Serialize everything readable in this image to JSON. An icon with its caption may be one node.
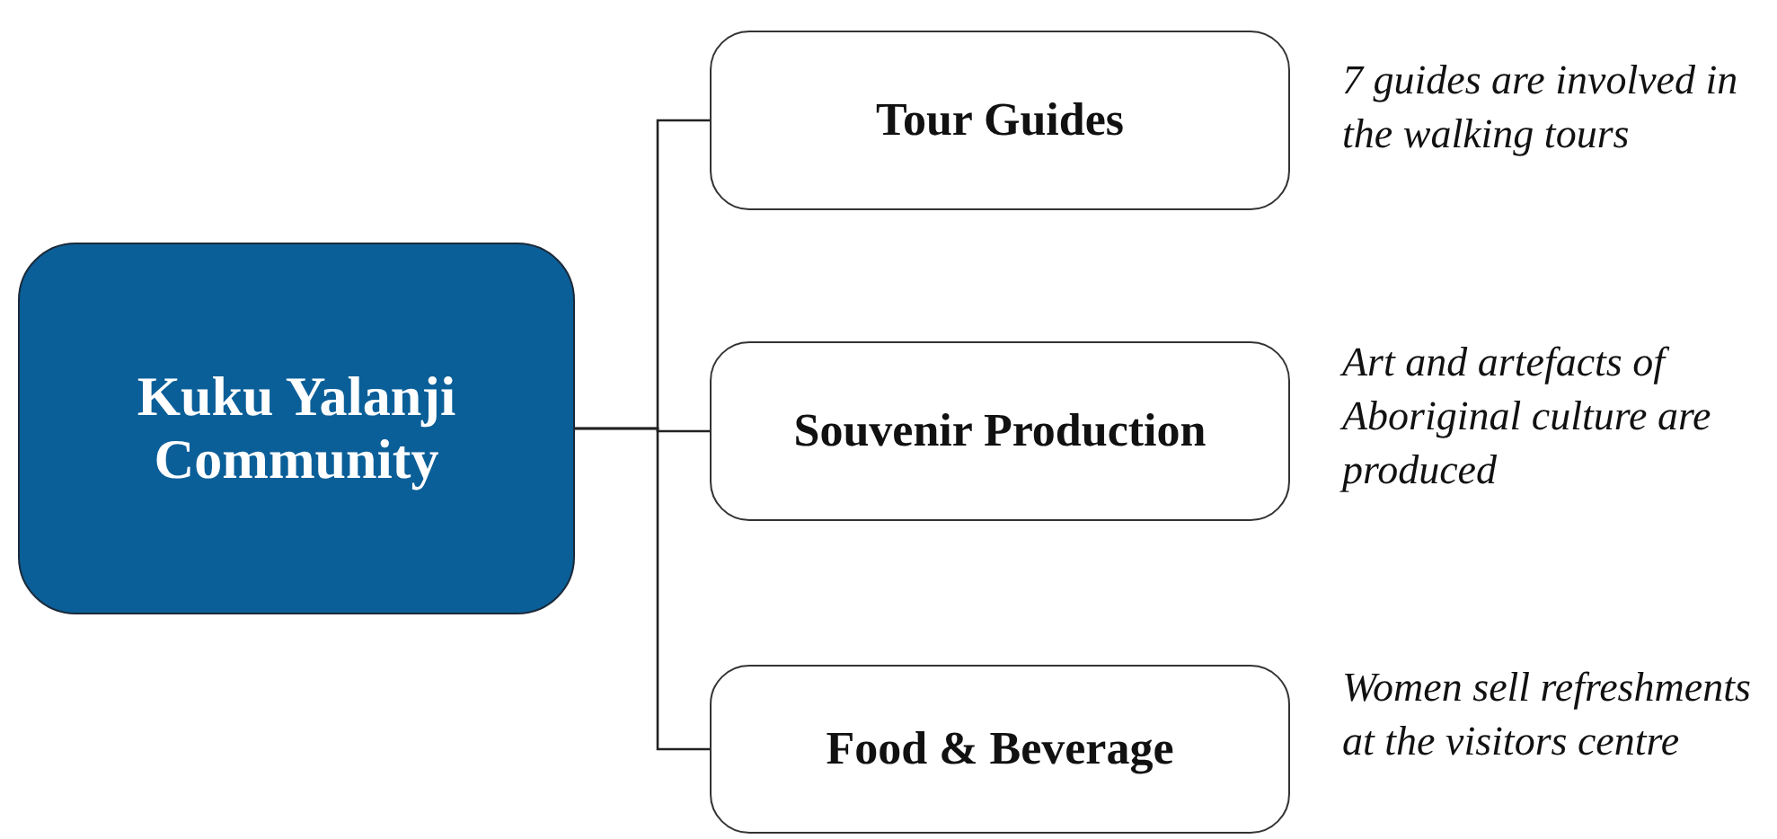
{
  "diagram": {
    "nodes": [
      {
        "text": [
          "Kuku Yalanji Community"
        ]
      },
      {
        "text": [
          "Tour Guides"
        ],
        "beside": [
          "7 guides are involved in the walking tours"
        ]
      },
      {
        "text": [
          "Souvenir Production"
        ],
        "beside": [
          "Art and artefacts of Aboriginal culture are produced"
        ]
      },
      {
        "text": [
          "Food & Beverage"
        ],
        "beside": [
          "Women sell refreshments at the visitors centre"
        ]
      }
    ],
    "edges": [
      {
        "from": 0,
        "to": 1,
        "arrow": "none"
      },
      {
        "from": 0,
        "to": 2,
        "arrow": "none"
      },
      {
        "from": 0,
        "to": 3,
        "arrow": "none"
      }
    ]
  }
}
